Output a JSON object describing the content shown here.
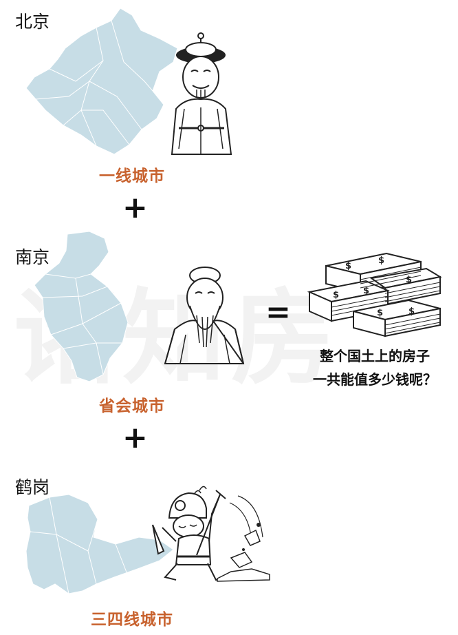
{
  "watermark": "诸知房",
  "sections": [
    {
      "city": "北京",
      "tier": "一线城市"
    },
    {
      "city": "南京",
      "tier": "省会城市"
    },
    {
      "city": "鹤岗",
      "tier": "三四线城市"
    }
  ],
  "plus": [
    "+",
    "+"
  ],
  "equals": "=",
  "question": [
    "整个国土上的房子",
    "一共能值多少钱呢？"
  ],
  "colors": {
    "map": "#c7dde6",
    "map_border": "#ffffff",
    "tier_text": "#c8622e",
    "money": "#ffffff"
  },
  "icons": [
    "emperor-icon",
    "confucius-icon",
    "miner-icon",
    "money-stack-icon",
    "dollar-sign-icon"
  ]
}
